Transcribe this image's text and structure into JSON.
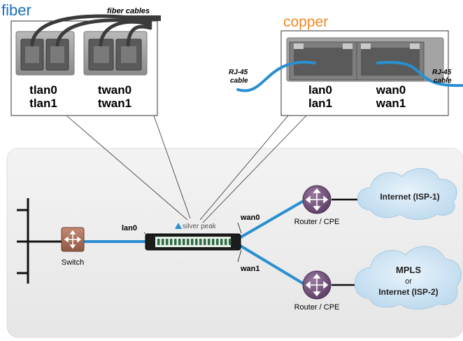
{
  "fiber_panel": {
    "title": "fiber",
    "title_color": "#1a6fc0",
    "cables_label": "fiber cables",
    "port_labels_left": [
      "tlan0",
      "tlan1"
    ],
    "port_labels_right": [
      "twan0",
      "twan1"
    ]
  },
  "copper_panel": {
    "title": "copper",
    "title_color": "#f08a24",
    "cable_label_left": [
      "RJ-45",
      "cable"
    ],
    "cable_label_right": [
      "RJ-45",
      "cable"
    ],
    "port_labels_left": [
      "lan0",
      "lan1"
    ],
    "port_labels_right": [
      "wan0",
      "wan1"
    ],
    "cable_color": "#2a8fd0"
  },
  "network": {
    "switch_label": "Switch",
    "appliance_brand": "silver peak",
    "lan_label": "lan0",
    "wan0_label": "wan0",
    "wan1_label": "wan1",
    "router_top_label": "Router / CPE",
    "router_bottom_label": "Router / CPE",
    "cloud_top_label": "Internet (ISP-1)",
    "cloud_bottom_lines": [
      "MPLS",
      "or",
      "Internet (ISP-2)"
    ],
    "link_color": "#2a8fd0",
    "router_color": "#6b4a72",
    "switch_color": "#a9705a"
  }
}
